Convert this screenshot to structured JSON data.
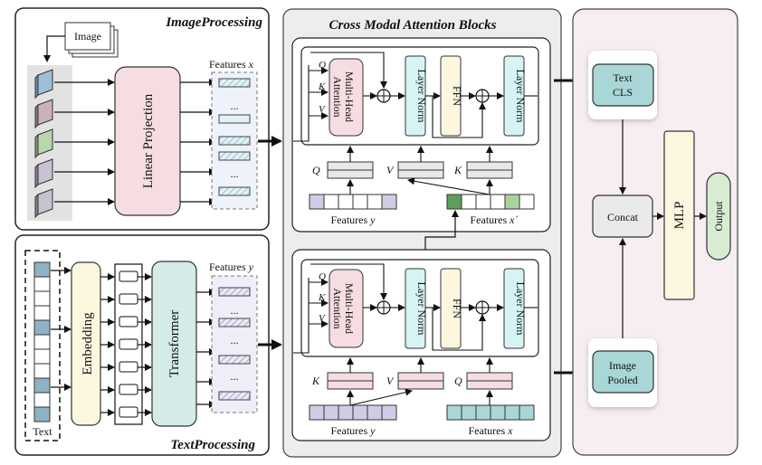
{
  "image_processing": {
    "title": "ImageProcessing",
    "image_label": "Image",
    "projection_label": "Linear Projection",
    "features_label": "Features",
    "features_var": "x",
    "ellipsis": "..."
  },
  "text_processing": {
    "title": "TextProcessing",
    "text_label": "Text",
    "embedding_label": "Embedding",
    "transformer_label": "Transformer",
    "features_label": "Features",
    "features_var": "y",
    "ellipsis": "..."
  },
  "attention": {
    "title": "Cross Modal Attention Blocks",
    "mha_line1": "Multi-Head",
    "mha_line2": "Attention",
    "layer_norm": "Layer Norm",
    "ffn": "FFN",
    "q": "Q",
    "k": "K",
    "v": "V",
    "features_label": "Features",
    "features_y_var": "y",
    "features_xprime_var": "x´",
    "features_x_var": "x"
  },
  "fusion": {
    "text_cls_line1": "Text",
    "text_cls_line2": "CLS",
    "image_pooled_line1": "Image",
    "image_pooled_line2": "Pooled",
    "concat": "Concat",
    "mlp": "MLP",
    "output": "Output"
  },
  "colors": {
    "teal": "#a9d6d6",
    "pink": "#f5dde2",
    "cream": "#fdf7e0",
    "ln_cyan": "#d6f4f4",
    "feat_purple": "#cfcde6",
    "feat_green": "#cfe8c9",
    "panel_gray": "#ededed",
    "panel_pink": "#f7eef1"
  }
}
